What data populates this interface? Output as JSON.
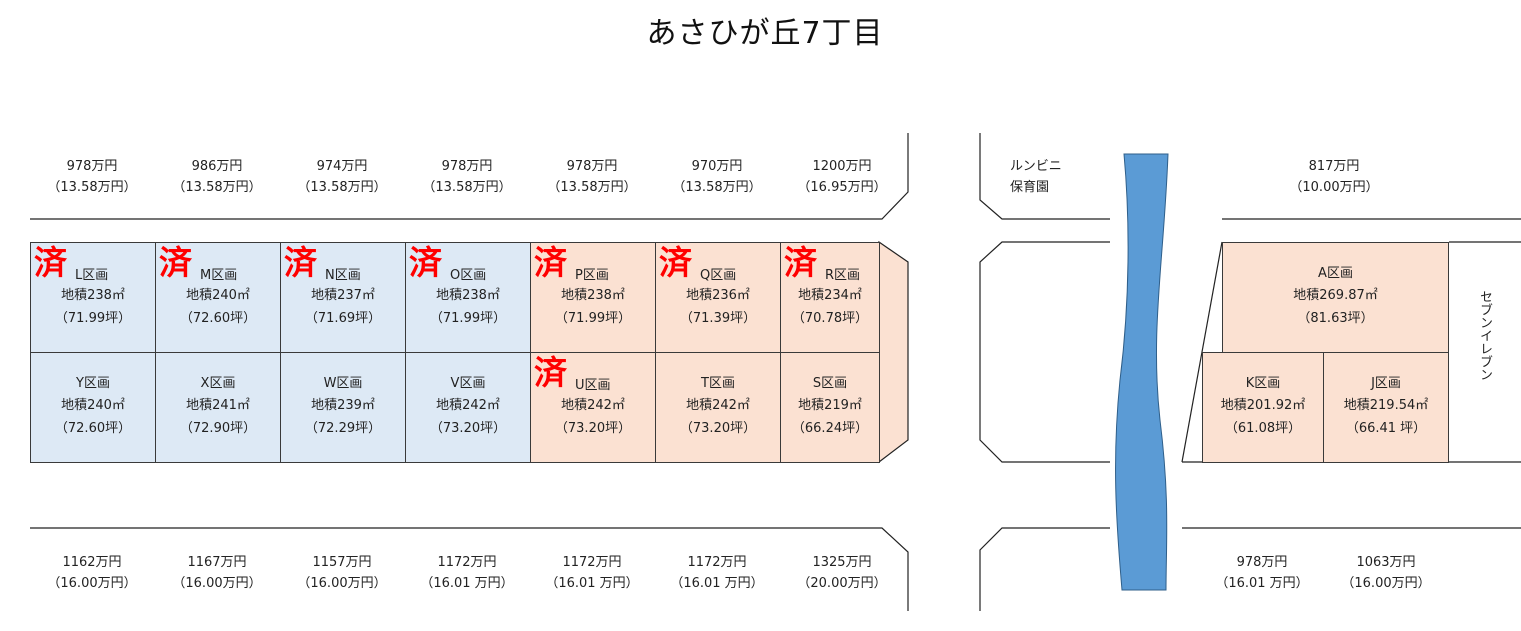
{
  "title": "あさひが丘7丁目",
  "colors": {
    "blue": "#dde9f5",
    "peach": "#fbe1d2",
    "sold": "#ff0000",
    "river": "#5b9bd5",
    "river_edge": "#2f5f8a"
  },
  "sold_mark": "済",
  "labels": {
    "nursery_line1": "ルンビニ",
    "nursery_line2": "保育園",
    "store": "セブンイレブン"
  },
  "top_prices": [
    {
      "price": "978万円",
      "sub": "（13.58万円）"
    },
    {
      "price": "986万円",
      "sub": "（13.58万円）"
    },
    {
      "price": "974万円",
      "sub": "（13.58万円）"
    },
    {
      "price": "978万円",
      "sub": "（13.58万円）"
    },
    {
      "price": "978万円",
      "sub": "（13.58万円）"
    },
    {
      "price": "970万円",
      "sub": "（13.58万円）"
    },
    {
      "price": "1200万円",
      "sub": "（16.95万円）"
    }
  ],
  "top_right_price": {
    "price": "817万円",
    "sub": "（10.00万円）"
  },
  "bottom_prices": [
    {
      "price": "1162万円",
      "sub": "（16.00万円）"
    },
    {
      "price": "1167万円",
      "sub": "（16.00万円）"
    },
    {
      "price": "1157万円",
      "sub": "（16.00万円）"
    },
    {
      "price": "1172万円",
      "sub": "（16.01 万円）"
    },
    {
      "price": "1172万円",
      "sub": "（16.01 万円）"
    },
    {
      "price": "1172万円",
      "sub": "（16.01 万円）"
    },
    {
      "price": "1325万円",
      "sub": "（20.00万円）"
    }
  ],
  "bottom_right_prices": [
    {
      "price": "978万円",
      "sub": "（16.01 万円）"
    },
    {
      "price": "1063万円",
      "sub": "（16.00万円）"
    }
  ],
  "lots_top": [
    {
      "letter": "L",
      "suffix": "区画",
      "area": "地積238㎡",
      "tsubo": "（71.99坪）",
      "sold": true,
      "color": "blue"
    },
    {
      "letter": "M",
      "suffix": "区画",
      "area": "地積240㎡",
      "tsubo": "（72.60坪）",
      "sold": true,
      "color": "blue"
    },
    {
      "letter": "N",
      "suffix": "区画",
      "area": "地積237㎡",
      "tsubo": "（71.69坪）",
      "sold": true,
      "color": "blue"
    },
    {
      "letter": "O",
      "suffix": "区画",
      "area": "地積238㎡",
      "tsubo": "（71.99坪）",
      "sold": true,
      "color": "blue"
    },
    {
      "letter": "P",
      "suffix": "区画",
      "area": "地積238㎡",
      "tsubo": "（71.99坪）",
      "sold": true,
      "color": "peach"
    },
    {
      "letter": "Q",
      "suffix": "区画",
      "area": "地積236㎡",
      "tsubo": "（71.39坪）",
      "sold": true,
      "color": "peach"
    },
    {
      "letter": "R",
      "suffix": "区画",
      "area": "地積234㎡",
      "tsubo": "（70.78坪）",
      "sold": true,
      "color": "peach"
    }
  ],
  "lots_bottom": [
    {
      "letter": "Y",
      "suffix": "区画",
      "area": "地積240㎡",
      "tsubo": "（72.60坪）",
      "sold": false,
      "color": "blue"
    },
    {
      "letter": "X",
      "suffix": "区画",
      "area": "地積241㎡",
      "tsubo": "（72.90坪）",
      "sold": false,
      "color": "blue"
    },
    {
      "letter": "W",
      "suffix": "区画",
      "area": "地積239㎡",
      "tsubo": "（72.29坪）",
      "sold": false,
      "color": "blue"
    },
    {
      "letter": "V",
      "suffix": "区画",
      "area": "地積242㎡",
      "tsubo": "（73.20坪）",
      "sold": false,
      "color": "blue"
    },
    {
      "letter": "U",
      "suffix": "区画",
      "area": "地積242㎡",
      "tsubo": "（73.20坪）",
      "sold": true,
      "color": "peach"
    },
    {
      "letter": "T",
      "suffix": "区画",
      "area": "地積242㎡",
      "tsubo": "（73.20坪）",
      "sold": false,
      "color": "peach"
    },
    {
      "letter": "S",
      "suffix": "区画",
      "area": "地積219㎡",
      "tsubo": "（66.24坪）",
      "sold": false,
      "color": "peach"
    }
  ],
  "lots_right": [
    {
      "letter": "A",
      "suffix": "区画",
      "area": "地積269.87㎡",
      "tsubo": "（81.63坪）",
      "sold": false,
      "color": "peach"
    },
    {
      "letter": "K",
      "suffix": "区画",
      "area": "地積201.92㎡",
      "tsubo": "（61.08坪）",
      "sold": false,
      "color": "peach"
    },
    {
      "letter": "J",
      "suffix": "区画",
      "area": "地積219.54㎡",
      "tsubo": "（66.41 坪）",
      "sold": false,
      "color": "peach"
    }
  ]
}
